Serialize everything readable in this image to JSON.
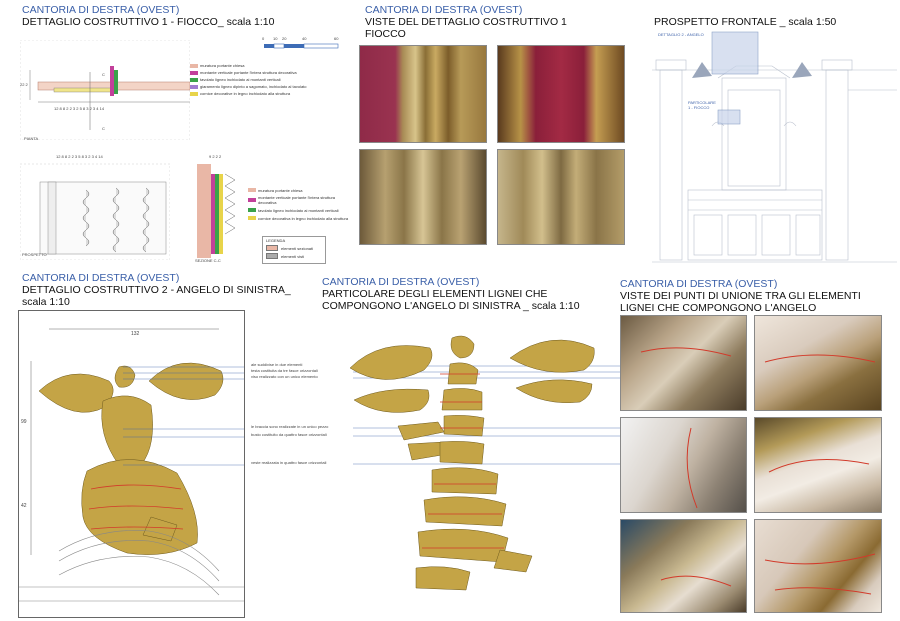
{
  "sec1": {
    "title_blue": "CANTORIA DI DESTRA (OVEST)",
    "title_black": "DETTAGLIO COSTRUTTIVO 1 - FIOCCO_ scala 1:10",
    "scalebar": [
      "0",
      "10",
      "20",
      "40",
      "60"
    ],
    "pianta_label": "PIANTA",
    "prospetto_label": "PROSPETTO",
    "sezione_label": "SEZIONE C-C",
    "dims_top": "12 8 8 2 2 3 2 5 8 3 2 3 4 14",
    "dims_bottom": "12 8 8 2 2 3 5 8 3 2 3 4 14",
    "dims_sec": "9 2 2 2",
    "dim_left": "22 2",
    "label_c": "C",
    "legend_plan": [
      "muratura portante chiesa",
      "montante verticale portante l'intera struttura decorativa",
      "tavolato ligneo inchiodato ai montanti verticali",
      "giaramento ligneo dipinto a sagomato, inchiodato al tavolato",
      "cornice decorative in legno inchiodato alla struttura"
    ],
    "legend_sec": [
      "muratura portante chiesa",
      "montante verticale portante l'intera struttura decorativa",
      "tavolato ligneo inchiodato ai montanti verticali",
      "cornice decorativa in legno inchiodato alla struttura"
    ],
    "legenda_title": "LEGENDA",
    "legenda_items": [
      "elementi sezionati",
      "elementi visti"
    ]
  },
  "sec2": {
    "title_blue": "CANTORIA DI DESTRA (OVEST)",
    "title_black_1": "VISTE DEL DETTAGLIO COSTRUTTIVO 1",
    "title_black_2": "FIOCCO"
  },
  "sec3": {
    "title": "PROSPETTO FRONTALE _ scala 1:50",
    "label_detail2": "DETTAGLIO 2 - ANGELO",
    "label_detail1": "PARTICOLARE 1 - FIOCCO"
  },
  "sec4": {
    "title_blue": "CANTORIA DI DESTRA (OVEST)",
    "title_black_1": "DETTAGLIO COSTRUTTIVO 2 - ANGELO DI SINISTRA_",
    "title_black_2": "scala 1:10",
    "dim_top": "132",
    "dim_side_1": "99",
    "dim_side_2": "42",
    "annotations": [
      "ale suddivise in due elementi",
      "testa costituita da tre fasce orizzontali",
      "viso realizzato con un unico elemento",
      "le braccia sono realizzate in un unico pezzo",
      "busto costituito da quattro fasce orizzontali",
      "veste realizzata in quattro fasce orizzontali"
    ]
  },
  "sec5": {
    "title_blue": "CANTORIA DI DESTRA (OVEST)",
    "title_black_1": "PARTICOLARE DEGLI ELEMENTI LIGNEI CHE",
    "title_black_2": "COMPONGONO L'ANGELO DI SINISTRA _ scala 1:10"
  },
  "sec6": {
    "title_blue": "CANTORIA DI DESTRA (OVEST)",
    "title_black_1": "VISTE DEI PUNTI DI UNIONE TRA GLI ELEMENTI",
    "title_black_2": "LIGNEI CHE COMPONGONO L'ANGELO"
  },
  "colors": {
    "title_blue": "#3a5fa8",
    "gold": "#b89a3c",
    "red_line": "#d23a2a",
    "wall_pink": "#e9b7a6",
    "green": "#3aa24a",
    "magenta": "#c2409a",
    "yellow": "#e8d44a"
  }
}
